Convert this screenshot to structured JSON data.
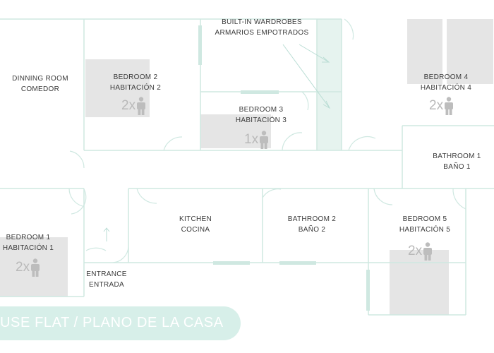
{
  "colors": {
    "wall": "#cfe8e1",
    "window": "#cfe8e1",
    "bed": "#e3e3e3",
    "person": "#bdbdbd",
    "banner": "#d7efe9",
    "door": "#c9e6de"
  },
  "rooms": {
    "dining": {
      "en": "DINNING ROOM",
      "es": "COMEDOR"
    },
    "bedroom2": {
      "en": "BEDROOM 2",
      "es": "HABITACIÓN 2",
      "occupancy": "2x"
    },
    "bedroom3": {
      "en": "BEDROOM 3",
      "es": "HABITACIÓN 3",
      "occupancy": "1x"
    },
    "bedroom4": {
      "en": "BEDROOM 4",
      "es": "HABITACIÓN 4",
      "occupancy": "2x"
    },
    "bathroom1": {
      "en": "BATHROOM 1",
      "es": "BAÑO 1"
    },
    "bedroom1": {
      "en": "BEDROOM 1",
      "es": "HABITACIÓN 1",
      "occupancy": "2x"
    },
    "kitchen": {
      "en": "KITCHEN",
      "es": "COCINA"
    },
    "bathroom2": {
      "en": "BATHROOM 2",
      "es": "BAÑO 2"
    },
    "bedroom5": {
      "en": "BEDROOM 5",
      "es": "HABITACIÓN 5",
      "occupancy": "2x"
    }
  },
  "wardrobes": {
    "en": "BUILT-IN WARDROBES",
    "es": "ARMARIOS EMPOTRADOS"
  },
  "entrance": {
    "en": "ENTRANCE",
    "es": "ENTRADA"
  },
  "banner": {
    "title": "USE FLAT / PLANO DE LA CASA"
  },
  "icons": {
    "person": "person-icon",
    "arrow": "entrance-arrow-icon"
  }
}
